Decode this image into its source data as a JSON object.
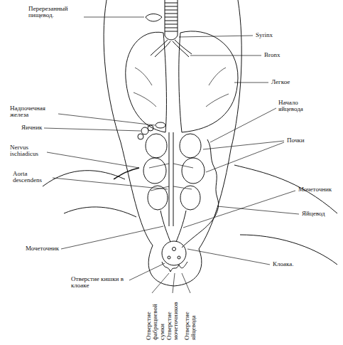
{
  "diagram": {
    "labels": [
      "Перерезанный пищевод.",
      "Syrinx",
      "Bronx",
      "Легкое",
      "Надпочечная железа",
      "Начало яйцевода",
      "Яичник",
      "Nervus ischiadicus",
      "Aorta descendens",
      "Почки",
      "Мочеточник",
      "Яйцевод",
      "Мочеточник",
      "Клоака.",
      "Отверстие кишки в клоаке",
      "Отверстие фабрициевой сумки",
      "Отверстие мочеточников",
      "Отверстие яйцевода"
    ]
  }
}
